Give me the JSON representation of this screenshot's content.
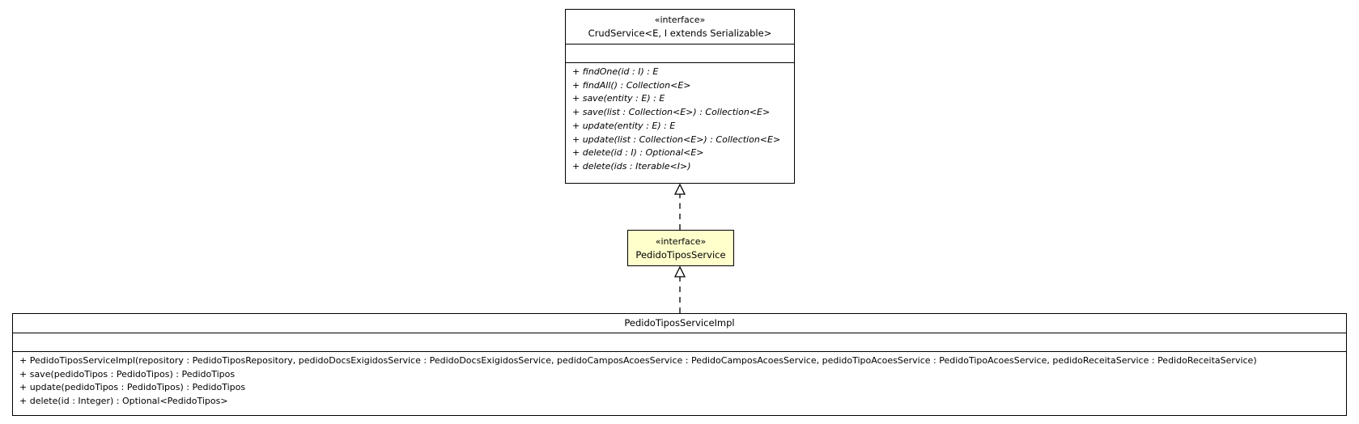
{
  "crud_service": {
    "stereotype": "«interface»",
    "name": "CrudService<E, I extends Serializable>",
    "methods": [
      "+ findOne(id : I) : E",
      "+ findAll() : Collection<E>",
      "+ save(entity : E) : E",
      "+ save(list : Collection<E>) : Collection<E>",
      "+ update(entity : E) : E",
      "+ update(list : Collection<E>) : Collection<E>",
      "+ delete(id : I) : Optional<E>",
      "+ delete(ids : Iterable<I>)"
    ]
  },
  "pedido_tipos_service": {
    "stereotype": "«interface»",
    "name": "PedidoTiposService"
  },
  "pedido_tipos_service_impl": {
    "name": "PedidoTiposServiceImpl",
    "methods": [
      "+ PedidoTiposServiceImpl(repository : PedidoTiposRepository, pedidoDocsExigidosService : PedidoDocsExigidosService, pedidoCamposAcoesService : PedidoCamposAcoesService, pedidoTipoAcoesService : PedidoTipoAcoesService, pedidoReceitaService : PedidoReceitaService)",
      "+ save(pedidoTipos : PedidoTipos) : PedidoTipos",
      "+ update(pedidoTipos : PedidoTipos) : PedidoTipos",
      "+ delete(id : Integer) : Optional<PedidoTipos>"
    ]
  },
  "colors": {
    "highlight_fill": "#ffffcc",
    "border": "#000000",
    "background": "#ffffff"
  }
}
